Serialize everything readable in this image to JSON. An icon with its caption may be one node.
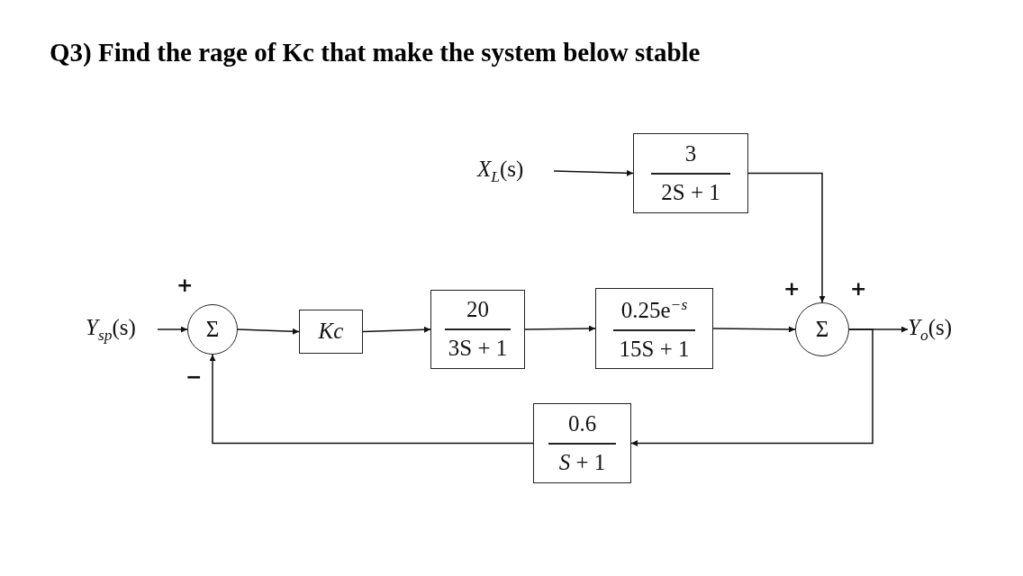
{
  "diagram": {
    "title": "Q3) Find the rage of Kc that make the system below stable",
    "nodes": [
      {
        "text": [
          "*Y*$_{sp}$(s)"
        ]
      },
      {
        "text": [
          "Σ"
        ]
      },
      {
        "text": [
          "Kc"
        ]
      },
      {
        "text": [
          "20",
          "3S + 1"
        ]
      },
      {
        "text": [
          "*X*$_{L}$(s)"
        ]
      },
      {
        "text": [
          "3",
          "2S + 1"
        ]
      },
      {
        "text": [
          "0.25e$^{−s}$",
          "15S + 1"
        ]
      },
      {
        "text": [
          "Σ"
        ]
      },
      {
        "text": [
          "*Y*$_{o}$(s)"
        ]
      },
      {
        "text": [
          "0.6",
          "*S* + 1"
        ]
      }
    ],
    "edges": [
      {
        "from": 0,
        "to": 1,
        "arrow": "to"
      },
      {
        "from": 1,
        "to": 2,
        "arrow": "to"
      },
      {
        "from": 2,
        "to": 3,
        "arrow": "to"
      },
      {
        "from": 3,
        "to": 6,
        "arrow": "to"
      },
      {
        "from": 4,
        "to": 5,
        "arrow": "to"
      },
      {
        "from": 5,
        "to": 7,
        "arrow": "to"
      },
      {
        "from": 6,
        "to": 7,
        "arrow": "to"
      },
      {
        "from": 7,
        "to": 8,
        "arrow": "to"
      },
      {
        "from": 7,
        "to": 9,
        "arrow": "to"
      },
      {
        "from": 9,
        "to": 1,
        "arrow": "to"
      }
    ],
    "labels": [
      "+",
      "−",
      "+",
      "+"
    ]
  }
}
